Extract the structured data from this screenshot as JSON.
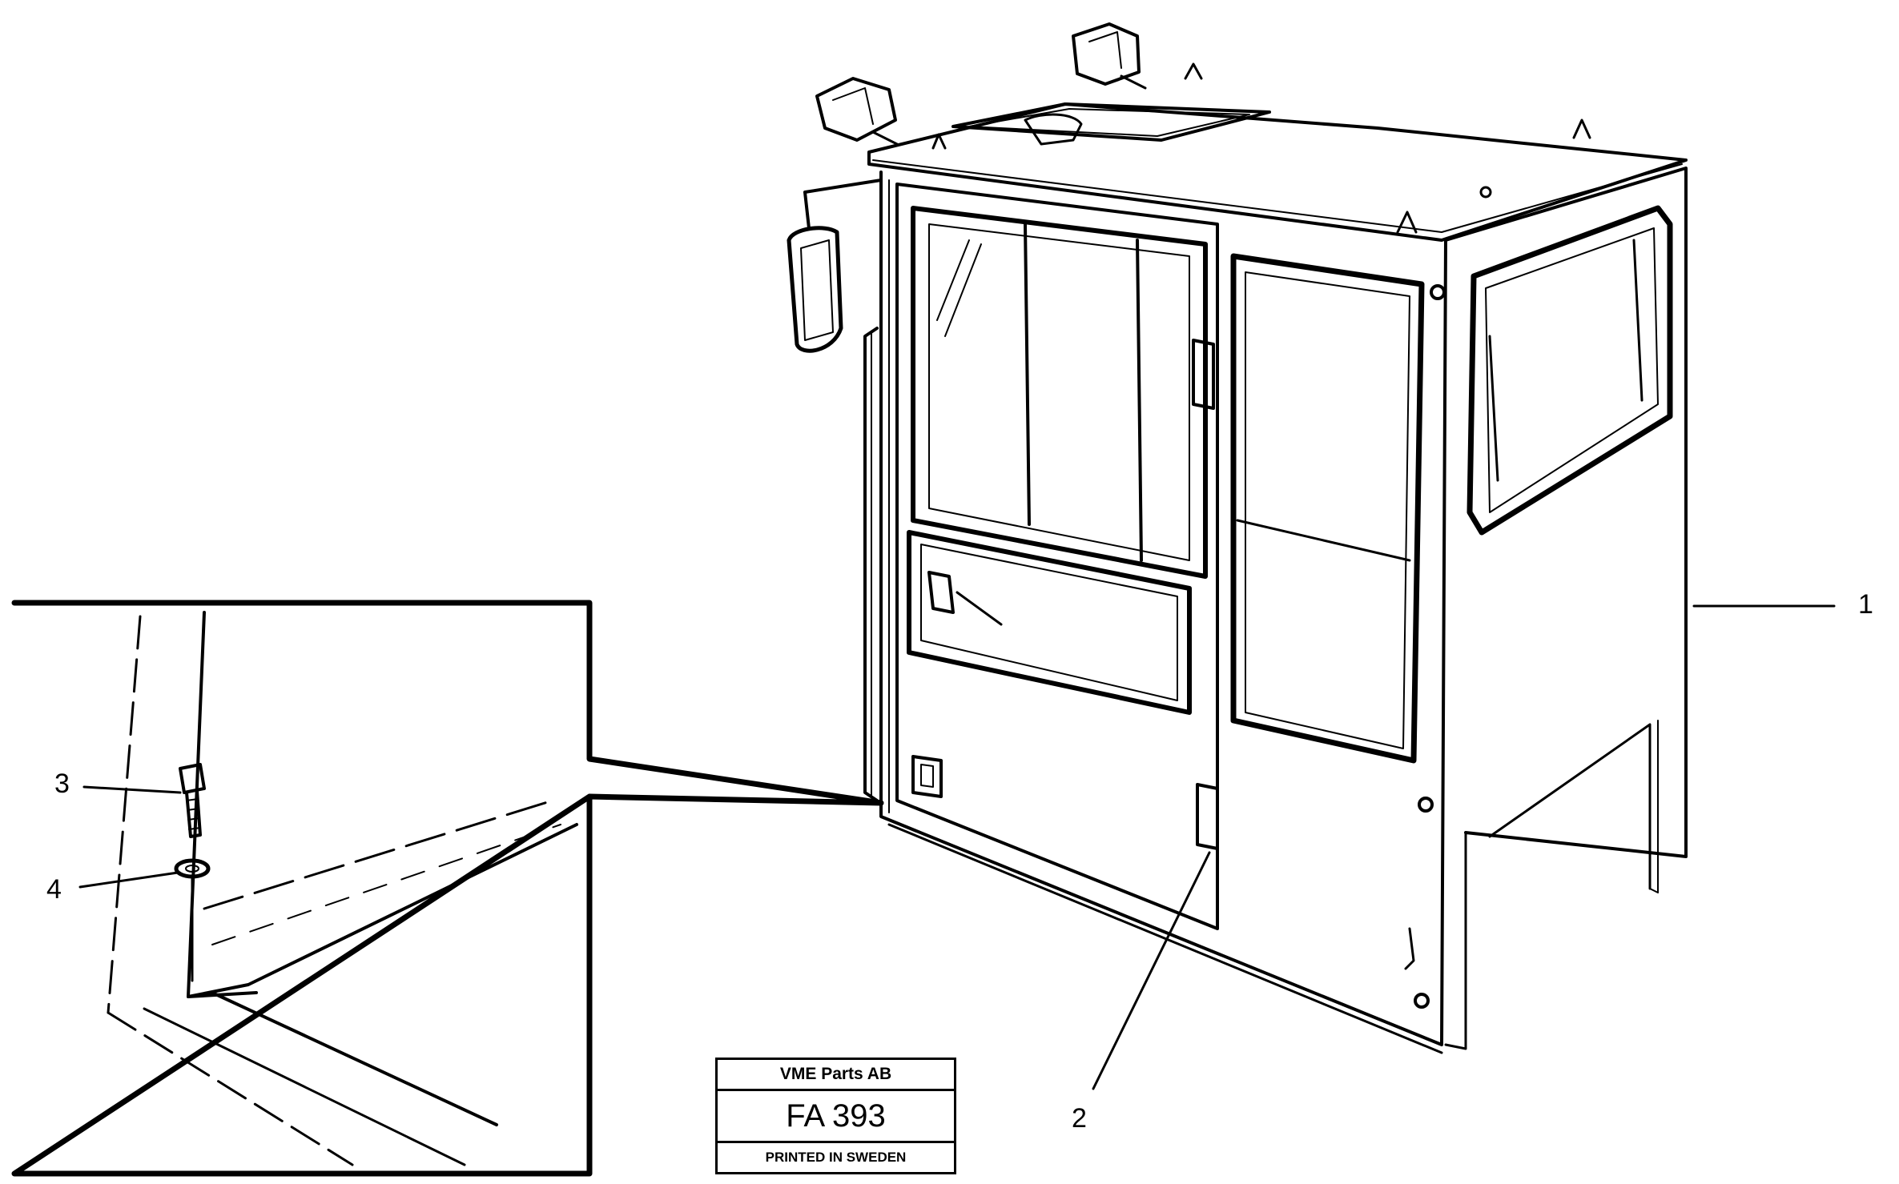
{
  "callouts": {
    "item1": "1",
    "item2": "2",
    "item3": "3",
    "item4": "4"
  },
  "stamp": {
    "company": "VME Parts AB",
    "code": "FA 393",
    "printed": "PRINTED IN SWEDEN"
  },
  "colors": {
    "ink": "#000000",
    "paper": "#ffffff"
  }
}
